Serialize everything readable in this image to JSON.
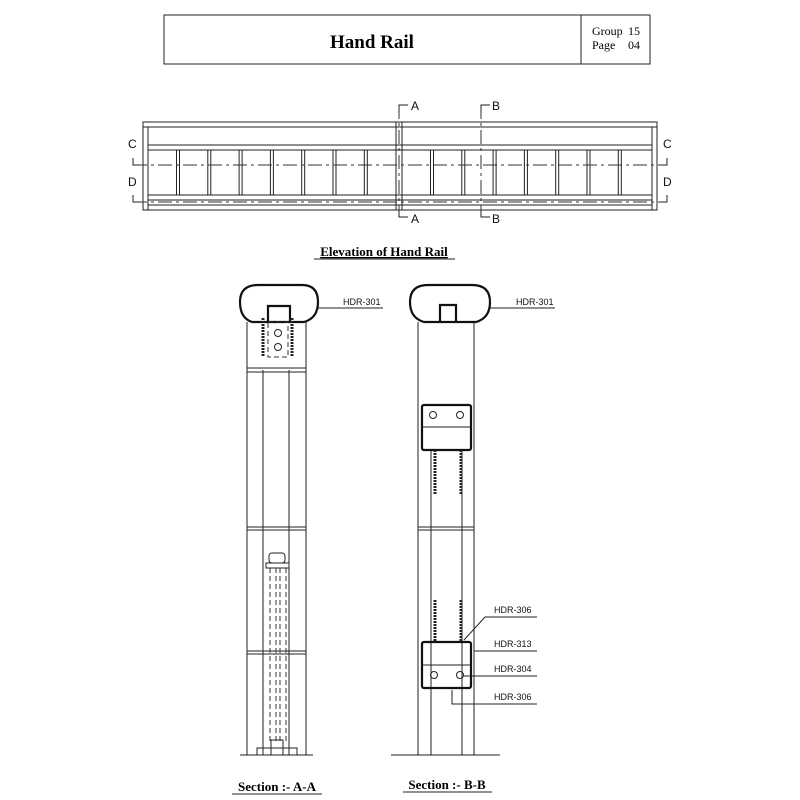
{
  "title_block": {
    "title": "Hand Rail",
    "group_label": "Group",
    "group_value": "15",
    "page_label": "Page",
    "page_value": "04"
  },
  "elevation": {
    "caption": "Elevation of Hand Rail",
    "section_marks": {
      "a": "A",
      "b": "B",
      "c": "C",
      "d": "D"
    }
  },
  "section_aa": {
    "caption": "Section :- A-A",
    "callouts": [
      "HDR-301"
    ]
  },
  "section_bb": {
    "caption": "Section :- B-B",
    "callouts": [
      "HDR-301",
      "HDR-306",
      "HDR-313",
      "HDR-304",
      "HDR-306"
    ]
  }
}
